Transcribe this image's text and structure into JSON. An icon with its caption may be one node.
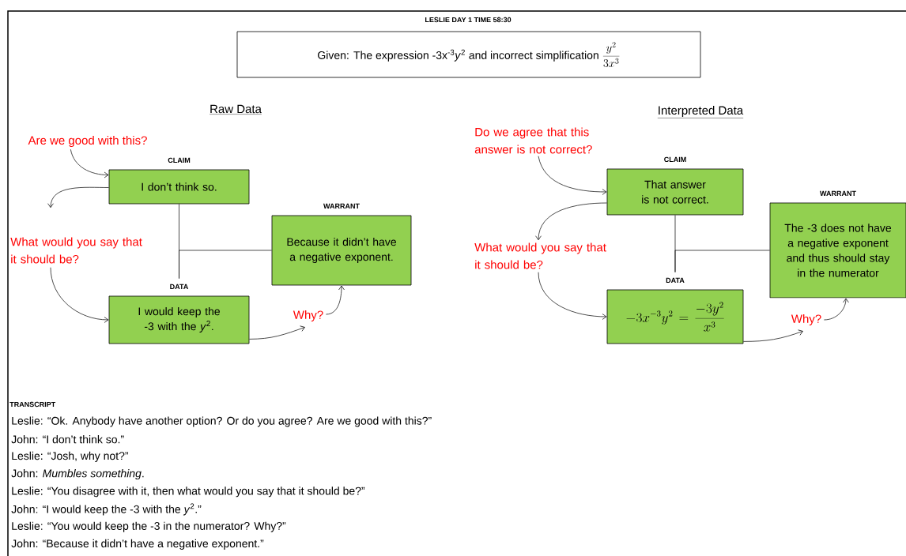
{
  "diagram": {
    "title": "LESLIE DAY 1  TIME 58:30",
    "nodes": [
      {
        "text": [
          "Given:  The expression -3x$^{-3}$*y*$^{2}$ and incorrect simplification",
          "\\frac{y^{2}}{3x^{3}}"
        ]
      },
      {
        "text": [
          "Are we good with this?"
        ]
      },
      {
        "text": [
          "CLAIM",
          "I don’t think so."
        ]
      },
      {
        "text": [
          "What would you say that it should be?"
        ]
      },
      {
        "text": [
          "DATA",
          "I would keep the -3 with the *y*$^{2}$."
        ]
      },
      {
        "text": [
          "Why?"
        ]
      },
      {
        "text": [
          "WARRANT",
          "Because it didn’t have a negative exponent."
        ]
      },
      {
        "text": [
          "Do we agree that this answer is not correct?"
        ]
      },
      {
        "text": [
          "CLAIM",
          "That answer is not correct."
        ]
      },
      {
        "text": [
          "What would you say that it should be?"
        ]
      },
      {
        "text": [
          "DATA",
          "-3x^{-3}y^{2}=\\frac{-3y^{2}}{x^{3}}"
        ]
      },
      {
        "text": [
          "Why?"
        ]
      },
      {
        "text": [
          "WARRANT",
          "The -3 does not have a negative exponent and thus should stay in the numerator"
        ]
      }
    ],
    "edges": [
      {
        "from": 1,
        "to": 2,
        "arrow": "to"
      },
      {
        "from": 2,
        "to": 3,
        "arrow": "to"
      },
      {
        "from": 3,
        "to": 4,
        "arrow": "to"
      },
      {
        "from": 4,
        "to": 5,
        "arrow": "to"
      },
      {
        "from": 5,
        "to": 6,
        "arrow": "to"
      },
      {
        "from": 2,
        "to": 4,
        "arrow": "none"
      },
      {
        "from": 6,
        "to": 4,
        "arrow": "none"
      },
      {
        "from": 7,
        "to": 8,
        "arrow": "to"
      },
      {
        "from": 8,
        "to": 9,
        "arrow": "to"
      },
      {
        "from": 9,
        "to": 10,
        "arrow": "to"
      },
      {
        "from": 10,
        "to": 11,
        "arrow": "to"
      },
      {
        "from": 11,
        "to": 12,
        "arrow": "to"
      },
      {
        "from": 8,
        "to": 10,
        "arrow": "none"
      },
      {
        "from": 12,
        "to": 10,
        "arrow": "none"
      }
    ],
    "labels": [
      "Raw Data",
      "Interpreted Data",
      "TRANSCRIPT",
      "Leslie:  “Ok.  Anybody have another option? Or do you agree?  Are we good with this?”",
      "John:  “I don’t think so.”",
      "Leslie:  “Josh, why not?”",
      "John:  *Mumbles something*.",
      "Leslie:  “You disagree with it, then what would you say that it should be?”",
      "John:  “I would keep the -3 with the *y*$^{2}$.”",
      "Leslie:  “You would keep the -3 in the numerator?  Why?”",
      "John:  “Because it didn’t have a negative exponent.”"
    ]
  }
}
